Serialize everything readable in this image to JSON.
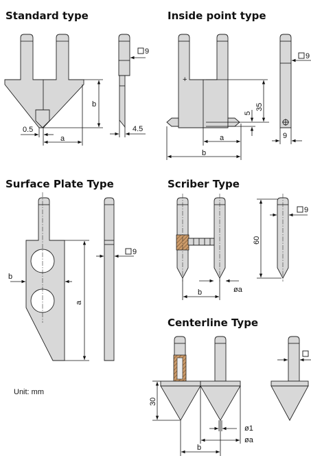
{
  "sections": {
    "standard": {
      "title": "Standard type",
      "dims": {
        "a": "a",
        "b": "b",
        "gap": "0.5",
        "depth": "4.5",
        "square": "9"
      }
    },
    "inside": {
      "title": "Inside point type",
      "dims": {
        "a": "a",
        "b": "b",
        "five": "5",
        "thirtyfive": "35",
        "nine": "9",
        "square": "9"
      }
    },
    "surface": {
      "title": "Surface Plate Type",
      "dims": {
        "a": "a",
        "b": "b",
        "square": "9"
      }
    },
    "scriber": {
      "title": "Scriber Type",
      "dims": {
        "b": "b",
        "dia": "øa",
        "sixty": "60",
        "square": "9"
      }
    },
    "centerline": {
      "title": "Centerline Type",
      "dims": {
        "thirty": "30",
        "b": "b",
        "dia1": "ø1",
        "dia": "øa"
      }
    }
  },
  "unit_label": "Unit: mm"
}
